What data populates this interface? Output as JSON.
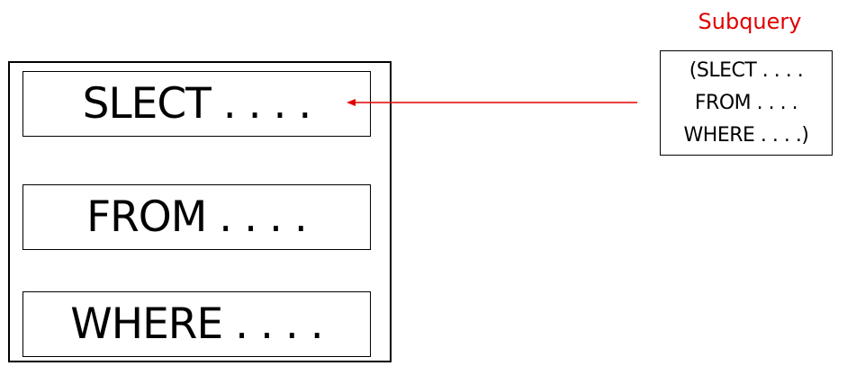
{
  "main_query": {
    "select_clause": "SLECT . . . .",
    "from_clause": "FROM . . . .",
    "where_clause": "WHERE . . . ."
  },
  "subquery": {
    "title": "Subquery",
    "lines": [
      "(SLECT . . . .",
      "FROM . . . .",
      "WHERE . . . .)"
    ]
  },
  "colors": {
    "accent": "#e00000",
    "border": "#000000",
    "text": "#000000",
    "background": "#ffffff"
  }
}
